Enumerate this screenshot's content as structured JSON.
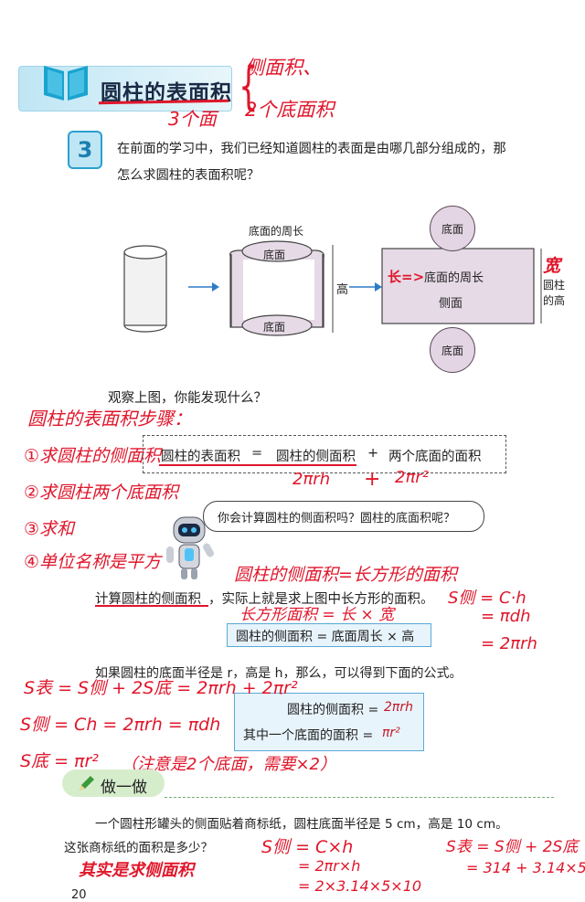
{
  "header": {
    "title": "圆柱的表面积",
    "note_side": "侧面积、",
    "note_bases": "2个底面积",
    "note_count": "3个面"
  },
  "problem": {
    "number": "3",
    "line1": "在前面的学习中，我们已经知道圆柱的表面是由哪几部分组成的，那",
    "line2": "怎么求圆柱的表面积呢？"
  },
  "figure": {
    "top_caption": "底面的周长",
    "base_top": "底面",
    "base_bottom": "底面",
    "height_label": "高",
    "rect_top": "底面的周长",
    "rect_middle": "侧面",
    "rect_side_line1": "圆柱",
    "rect_side_line2": "的高",
    "circle_top": "底面",
    "circle_bottom": "底面",
    "note_long": "长=>",
    "note_width": "宽"
  },
  "observe": "观察上图，你能发现什么？",
  "steps": {
    "title": "圆柱的表面积步骤：",
    "s1": "①求圆柱的侧面积",
    "s2": "②求圆柱两个底面积",
    "s3": "③求和",
    "s4": "④单位名称是平方"
  },
  "formula1": {
    "a": "圆柱的表面积",
    "eq": "=",
    "b": "圆柱的侧面积",
    "plus": "+",
    "c": "两个底面的面积",
    "note_side": "2πrh",
    "note_plus": "+",
    "note_bases": "2πr²"
  },
  "robot_bubble": "你会计算圆柱的侧面积吗？圆柱的底面积呢？",
  "lateral": {
    "hand_title": "圆柱的侧面积=长方形的面积",
    "text_a": "计算圆柱的侧面积",
    "text_b": "，实际上就是求上图中长方形的面积。",
    "hand_rect": "长方形面积 =  长  ×  宽",
    "formula": "圆柱的侧面积 = 底面周长 × 高",
    "hand_right1": "S侧 = C·h",
    "hand_right2": "= πdh",
    "hand_right3": "= 2πrh"
  },
  "radius_text": "如果圆柱的底面半径是 r，高是 h，那么，可以得到下面的公式。",
  "formula2": {
    "line1_text": "圆柱的侧面积 =",
    "line1_val": "2πrh",
    "line2_text": "其中一个底面的面积 =",
    "line2_val": "πr²"
  },
  "hand_formulas": {
    "f1": "S表 = S侧 + 2S底 = 2πrh + 2πr²",
    "f2": "S侧 = Ch = 2πrh = πdh",
    "f3": "S底 = πr²",
    "f4": "（注意是2个底面，需要×2）"
  },
  "practice": {
    "title": "做一做",
    "line1": "一个圆柱形罐头的侧面贴着商标纸，圆柱底面半径是 5 cm，高是 10 cm。",
    "line2": "这张商标纸的面积是多少？",
    "hand_note": "其实是求侧面积",
    "hand_mid1": "S侧 = C×h",
    "hand_mid2": "= 2πr×h",
    "hand_mid3": "= 2×3.14×5×10",
    "hand_right1": "S表 = S侧 + 2S底",
    "hand_right2": "= 314 + 3.14×5"
  },
  "page_number": "20"
}
